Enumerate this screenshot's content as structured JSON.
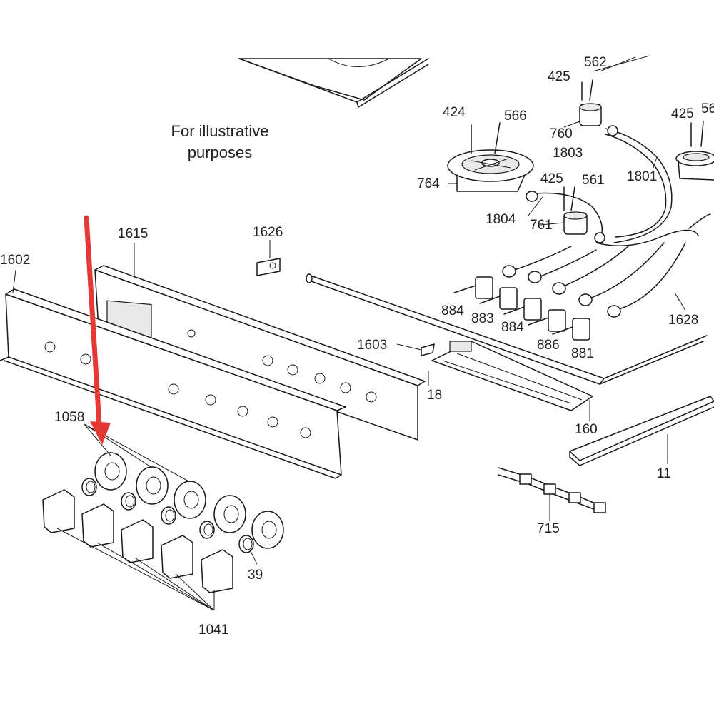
{
  "caption": {
    "line1": "For illustrative",
    "line2": "purposes"
  },
  "accent_color": "#e53935",
  "arrow_target": "1058",
  "labels": {
    "l562": "562",
    "l425a": "425",
    "l424": "424",
    "l566": "566",
    "l425b": "425",
    "l56x": "56",
    "l760": "760",
    "l1803": "1803",
    "l1801": "1801",
    "l764": "764",
    "l425c": "425",
    "l561": "561",
    "l1804": "1804",
    "l761": "761",
    "l1615": "1615",
    "l1626": "1626",
    "l1602": "1602",
    "l884a": "884",
    "l883": "883",
    "l884b": "884",
    "l886": "886",
    "l881": "881",
    "l1628": "1628",
    "l1603": "1603",
    "l18": "18",
    "l160": "160",
    "l11": "11",
    "l1058": "1058",
    "l715": "715",
    "l39": "39",
    "l1041": "1041"
  }
}
